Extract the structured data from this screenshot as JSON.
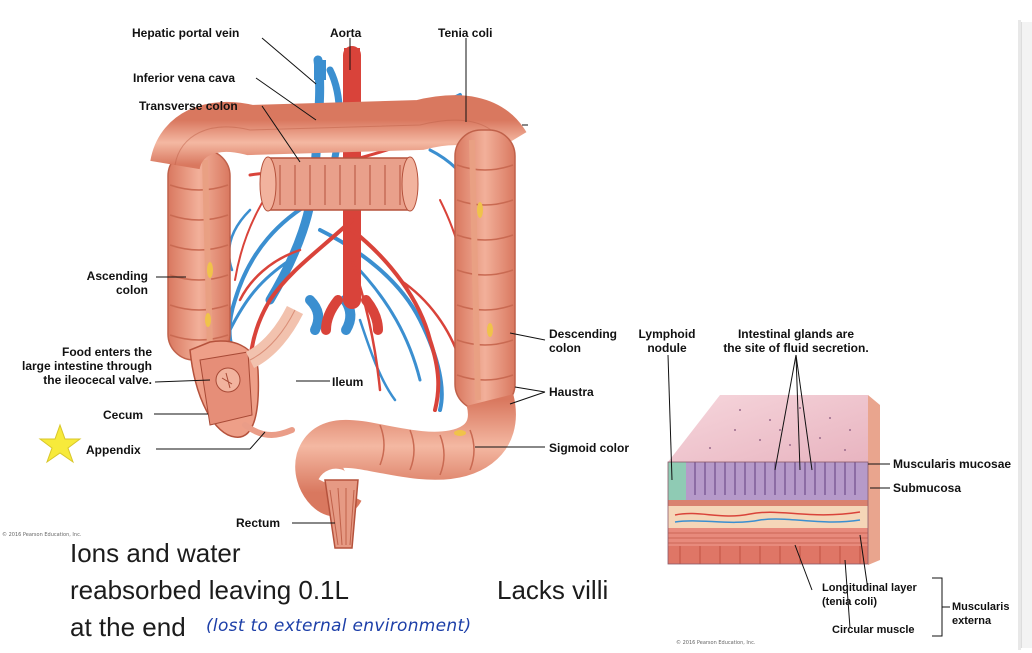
{
  "figure_labels": {
    "hepatic_portal_vein": "Hepatic portal vein",
    "aorta": "Aorta",
    "tenia_coli": "Tenia coli",
    "inferior_vena_cava": "Inferior vena cava",
    "transverse_colon": "Transverse colon",
    "ascending_colon_1": "Ascending",
    "ascending_colon_2": "colon",
    "food_enters_1": "Food enters the",
    "food_enters_2": "large intestine through",
    "food_enters_3": "the ileocecal valve.",
    "ileum": "Ileum",
    "cecum": "Cecum",
    "appendix": "Appendix",
    "descending_colon_1": "Descending",
    "descending_colon_2": "colon",
    "haustra": "Haustra",
    "sigmoid_colon": "Sigmoid color",
    "rectum": "Rectum"
  },
  "tissue_labels": {
    "lymphoid_1": "Lymphoid",
    "lymphoid_2": "nodule",
    "glands_1": "Intestinal glands are",
    "glands_2": "the site of fluid secretion.",
    "muscularis_mucosae": "Muscularis mucosae",
    "submucosa": "Submucosa",
    "longitudinal_1": "Longitudinal layer",
    "longitudinal_2": "(tenia coli)",
    "muscularis_externa_1": "Muscularis",
    "muscularis_externa_2": "externa",
    "circular_muscle": "Circular muscle"
  },
  "notes": {
    "line1": "Ions and water",
    "line2": "reabsorbed leaving 0.1L",
    "line3": "at the end",
    "handwritten": "(lost to external environment)",
    "lacks_villi": "Lacks villi"
  },
  "copyright": {
    "left": "© 2016 Pearson Education, Inc.",
    "right": "© 2016 Pearson Education, Inc."
  },
  "colors": {
    "colon": "#e8957a",
    "colon_dark": "#c96a52",
    "artery": "#d9433a",
    "vein": "#3b8fd0",
    "annotation_ink": "#1d3fa8",
    "star": "#f7ea3b"
  }
}
